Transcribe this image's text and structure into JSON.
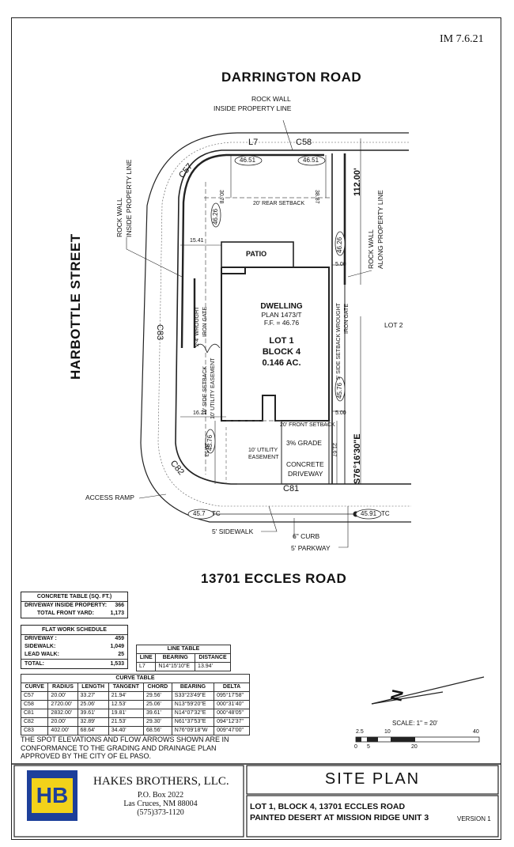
{
  "initials": "IM 7.6.21",
  "roads": {
    "north": "DARRINGTON ROAD",
    "west": "HARBOTTLE STREET",
    "south": "13701 ECCLES ROAD"
  },
  "labels": {
    "rock_wall_top": [
      "ROCK WALL",
      "INSIDE PROPERTY LINE"
    ],
    "rock_wall_left": [
      "ROCK WALL",
      "INSIDE PROPERTY LINE"
    ],
    "rock_wall_right": [
      "ROCK WALL",
      "ALONG PROPERTY LINE"
    ],
    "l7": "L7",
    "c58": "C58",
    "c57": "C57",
    "c83": "C83",
    "c82": "C82",
    "c81": "C81",
    "dim_112": "112.00'",
    "dim_s76": "S76°16'30\"E",
    "elev_4651a": "46.51",
    "elev_4651b": "46.51",
    "elev_4626a": "46.26",
    "elev_4626b": "46.26",
    "elev_4576a": "45.76",
    "elev_4576b": "45.76",
    "dim_3078": "30.78",
    "dim_3887": "38.87",
    "dim_1541": "15.41",
    "dim_500a": "5.00",
    "dim_500b": "5.00",
    "dim_1627": "16.27",
    "dim_2053": "20.53",
    "dim_2167": "21.67",
    "rear_setback": "20' REAR SETBACK",
    "front_setback": "20' FRONT SETBACK",
    "side_setback_left": "10' SIDE SETBACK",
    "utility_easement_left": "10' UTILITY EASEMENT",
    "side_setback_right": "5' SIDE SETBACK",
    "wrought_left": [
      "2-4' WROUGHT",
      "IRON GATE"
    ],
    "wrought_right": [
      "WROUGHT",
      "IRON GATE"
    ],
    "patio": "PATIO",
    "dwelling": [
      "DWELLING",
      "PLAN 1473/T",
      "F.F. = 46.76"
    ],
    "lot": [
      "LOT 1",
      "BLOCK 4",
      "0.146 AC."
    ],
    "lot2": "LOT 2",
    "grade": "3% GRADE",
    "utility_easement": [
      "10' UTILITY",
      "EASEMENT"
    ],
    "driveway": [
      "CONCRETE",
      "DRIVEWAY"
    ],
    "access_ramp": "ACCESS RAMP",
    "tc_left": "45.7",
    "tc_right": "45.91",
    "tc_suffix": "TC",
    "sidewalk": "5' SIDEWALK",
    "curb": "6\" CURB",
    "parkway": "5' PARKWAY"
  },
  "concrete_table": {
    "title": "CONCRETE TABLE (SQ. FT.)",
    "rows": [
      {
        "label": "DRIVEWAY INSIDE PROPERTY:",
        "value": "366"
      },
      {
        "label": "TOTAL FRONT YARD:",
        "value": "1,173"
      }
    ]
  },
  "flat_work": {
    "title": "FLAT WORK SCHEDULE",
    "rows": [
      {
        "label": "DRIVEWAY :",
        "value": "459"
      },
      {
        "label": "SIDEWALK:",
        "value": "1,049"
      },
      {
        "label": "LEAD WALK:",
        "value": "25"
      }
    ],
    "total_label": "TOTAL:",
    "total_value": "1,533"
  },
  "line_table": {
    "title": "LINE TABLE",
    "headers": [
      "LINE",
      "BEARING",
      "DISTANCE"
    ],
    "rows": [
      [
        "L7",
        "N14°15'10\"E",
        "13.94'"
      ]
    ]
  },
  "curve_table": {
    "title": "CURVE TABLE",
    "headers": [
      "CURVE",
      "RADIUS",
      "LENGTH",
      "TANGENT",
      "CHORD",
      "BEARING",
      "DELTA"
    ],
    "rows": [
      [
        "C57",
        "20.00'",
        "33.27'",
        "21.94'",
        "29.56'",
        "S33°23'49\"E",
        "095°17'58\""
      ],
      [
        "C58",
        "2720.00'",
        "25.06'",
        "12.53'",
        "25.06'",
        "N13°59'20\"E",
        "000°31'40\""
      ],
      [
        "C81",
        "2832.00'",
        "39.61'",
        "19.81'",
        "39.61'",
        "N14°07'32\"E",
        "000°48'05\""
      ],
      [
        "C82",
        "20.00'",
        "32.89'",
        "21.53'",
        "29.30'",
        "N61°37'53\"E",
        "094°12'37\""
      ],
      [
        "C83",
        "402.00'",
        "68.64'",
        "34.40'",
        "68.56'",
        "N76°09'18\"W",
        "009°47'00\""
      ]
    ]
  },
  "notes": [
    "THE SPOT ELEVATIONS AND FLOW ARROWS SHOWN ARE IN",
    "CONFORMANCE TO THE GRADING AND DRAINAGE PLAN",
    "APPROVED BY THE CITY OF EL PASO."
  ],
  "north_arrow": "N",
  "scale": {
    "label": "SCALE:  1\" = 20'",
    "ticks_top": [
      "2.5",
      "10",
      "40"
    ],
    "ticks_bottom": [
      "0",
      "5",
      "20"
    ]
  },
  "company": {
    "logo": "HB",
    "name": "HAKES BROTHERS, LLC.",
    "address": [
      "P.O. Box 2022",
      "Las Cruces, NM  88004",
      "(575)373-1120"
    ]
  },
  "title_block": {
    "title": "SITE PLAN",
    "line1": "LOT 1, BLOCK 4, 13701 ECCLES ROAD",
    "line2": "PAINTED DESERT AT MISSION RIDGE UNIT 3",
    "version": "VERSION 1"
  },
  "colors": {
    "logo_blue": "#1d3f9a",
    "logo_yellow": "#f2d21a",
    "ink": "#111111"
  }
}
